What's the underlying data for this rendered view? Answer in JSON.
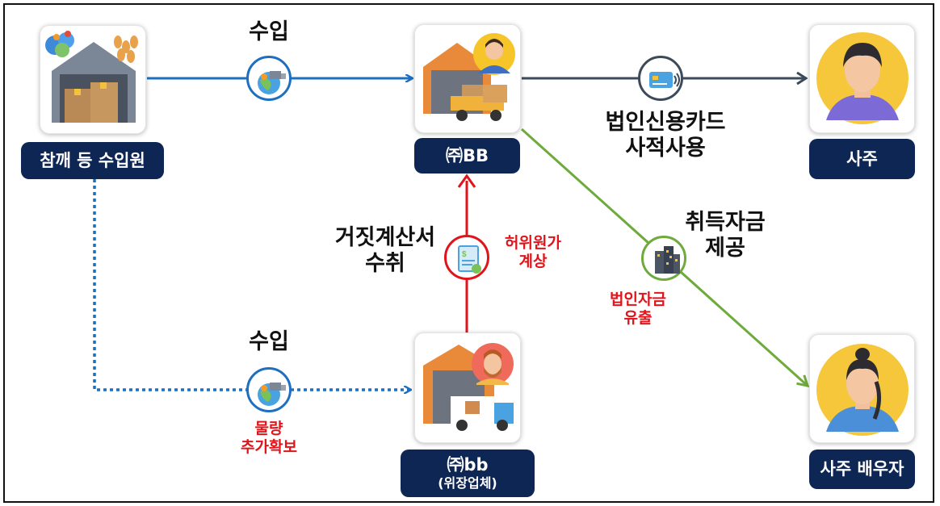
{
  "nodes": {
    "importer": {
      "label": "참깨 등 수입원"
    },
    "bb_corp": {
      "label": "㈜BB"
    },
    "owner": {
      "label": "사주"
    },
    "bb_small": {
      "label": "㈜bb",
      "sub": "(위장업체)"
    },
    "spouse": {
      "label": "사주 배우자"
    }
  },
  "edges": {
    "import_top": {
      "label": "수입"
    },
    "import_bottom": {
      "label": "수입",
      "note_line1": "물량",
      "note_line2": "추가확보"
    },
    "card": {
      "label_line1": "법인신용카드",
      "label_line2": "사적사용"
    },
    "invoice": {
      "label_line1": "거짓계산서",
      "label_line2": "수취",
      "note_line1": "허위원가",
      "note_line2": "계상"
    },
    "funds": {
      "label_line1": "취득자금",
      "label_line2": "제공",
      "note_line1": "법인자금",
      "note_line2": "유출"
    }
  },
  "colors": {
    "navy": "#0e2654",
    "blue": "#1e6fc0",
    "slate": "#3d4a5a",
    "red": "#e0141a",
    "green": "#6faa3c"
  }
}
